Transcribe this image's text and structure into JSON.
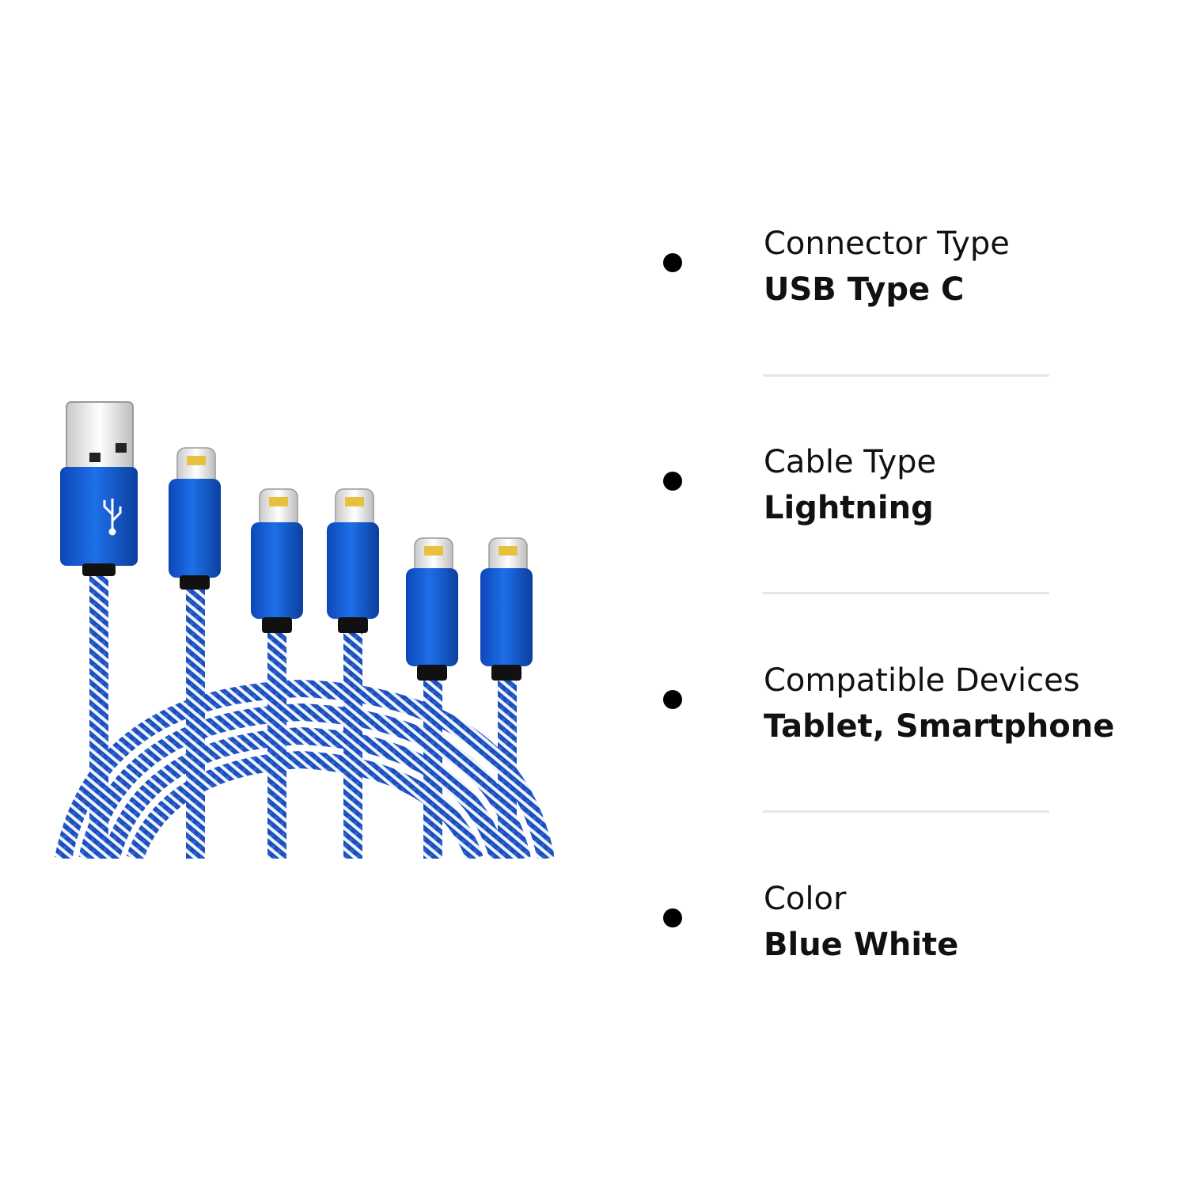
{
  "specs": [
    {
      "label": "Connector Type",
      "value": "USB Type C"
    },
    {
      "label": "Cable Type",
      "value": "Lightning"
    },
    {
      "label": "Compatible Devices",
      "value": "Tablet, Smartphone"
    },
    {
      "label": "Color",
      "value": "Blue White"
    }
  ],
  "colors": {
    "connector_blue": "#1560d6",
    "cable_blue": "#1d4fb8",
    "cable_white": "#ffffff",
    "bullet": "#000000",
    "divider": "#e6e6e6",
    "pin_gold": "#e8c040"
  },
  "icons": {
    "usb_logo": "usb-icon"
  }
}
